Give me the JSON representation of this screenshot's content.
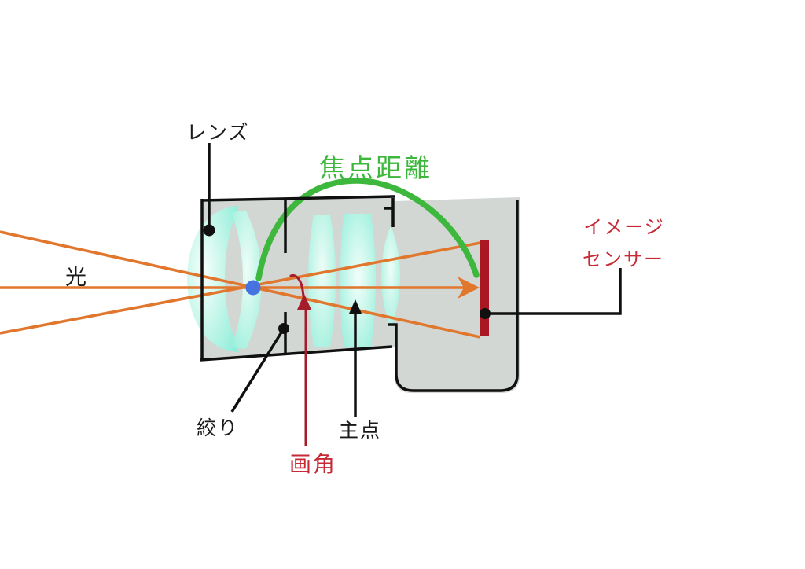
{
  "diagram": {
    "labels": {
      "lens": "レンズ",
      "light": "光",
      "focal_length": "焦点距離",
      "image_sensor_line1": "イメージ",
      "image_sensor_line2": "センサー",
      "aperture": "絞り",
      "principal_point": "主点",
      "angle_of_view": "画角"
    },
    "colors": {
      "ray_orange": "#e1762d",
      "focal_length_green": "#3db83d",
      "red_label": "#c62a35",
      "sensor_dark_red": "#a81722",
      "angle_arrow_red": "#a31d2b",
      "principal_point_blue": "#4673e0",
      "camera_gray": "#d2d7d4",
      "lens_teal": "#8feeda",
      "outline_black": "#101010"
    }
  }
}
